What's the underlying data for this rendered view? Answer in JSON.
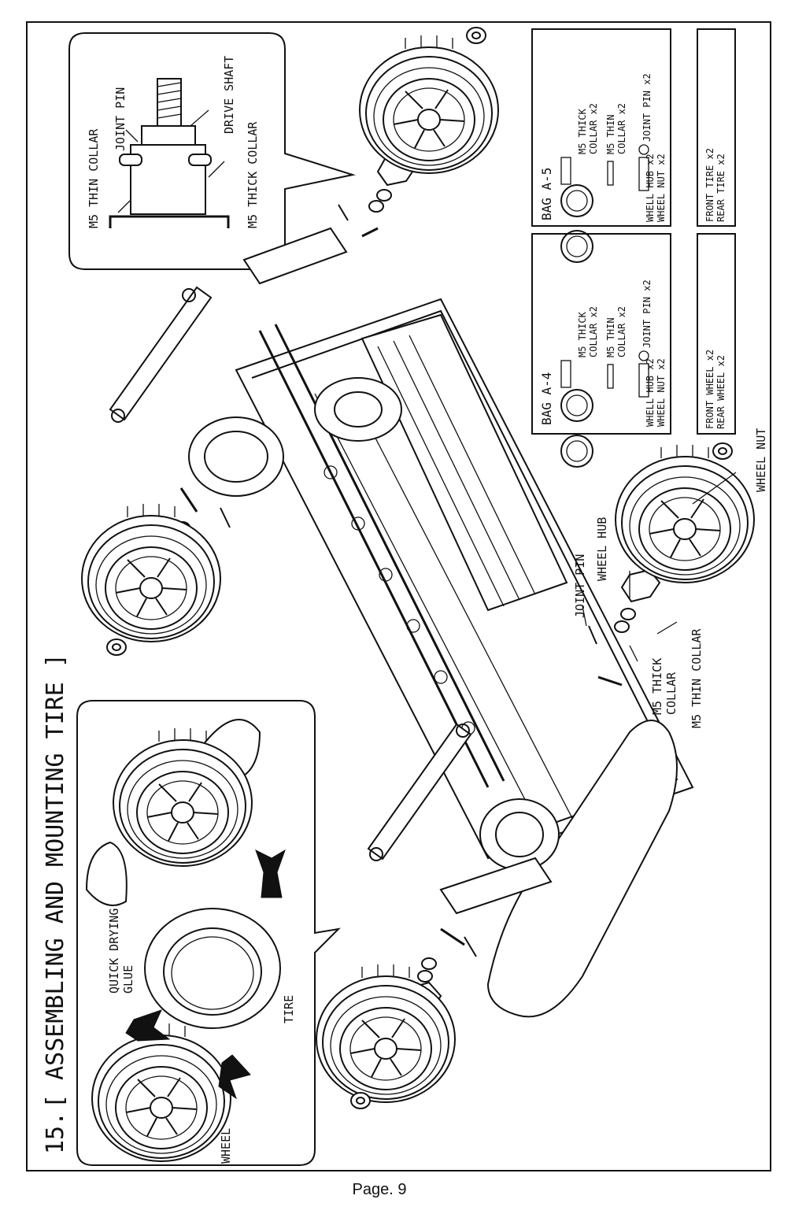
{
  "section": {
    "number": "15.",
    "title": "[ ASSEMBLING AND MOUNTING TIRE ]"
  },
  "tire_steps": {
    "wheel": "WHEEL",
    "tire": "TIRE",
    "glue_line1": "QUICK DRYING",
    "glue_line2": "GLUE"
  },
  "joint_detail": {
    "thin_collar": "M5 THIN COLLAR",
    "joint_pin": "JOINT PIN",
    "drive_shaft": "DRIVE SHAFT",
    "thick_collar": "M5 THICK COLLAR"
  },
  "callouts": {
    "joint_pin": "JOINT PIN",
    "wheel_hub": "WHEEL HUB",
    "wheel_nut": "WHEEL NUT",
    "thick_collar_line1": "M5 THICK",
    "thick_collar_line2": "COLLAR",
    "thin_collar": "M5 THIN COLLAR"
  },
  "bag_a4": {
    "title": "BAG A-4",
    "thick_collar_line1": "M5 THICK",
    "thick_collar_line2": "COLLAR x2",
    "thin_collar_line1": "M5 THIN",
    "thin_collar_line2": "COLLAR x2",
    "joint_pin": "JOINT PIN x2",
    "wheel_hub": "WHELL HUB x2",
    "wheel_nut": "WHEEL NUT x2"
  },
  "bag_a5": {
    "title": "BAG A-5",
    "thick_collar_line1": "M5 THICK",
    "thick_collar_line2": "COLLAR x2",
    "thin_collar_line1": "M5 THIN",
    "thin_collar_line2": "COLLAR x2",
    "joint_pin": "JOINT PIN x2",
    "wheel_hub": "WHELL HUB x2",
    "wheel_nut": "WHEEL NUT x2"
  },
  "box_wheels": {
    "line1": "FRONT WHEEL x2",
    "line2": "REAR WHEEL x2"
  },
  "box_tires": {
    "line1": "FRONT TIRE x2",
    "line2": "REAR TIRE x2"
  },
  "page": "Page. 9"
}
